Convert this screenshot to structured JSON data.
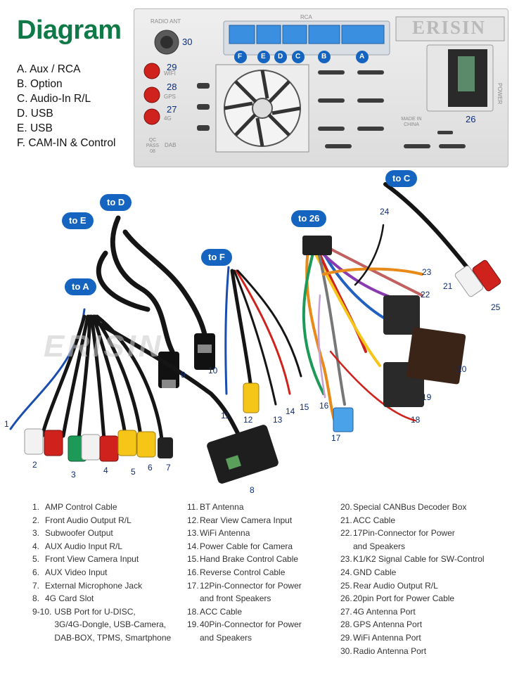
{
  "title": "Diagram",
  "legend": [
    "A. Aux / RCA",
    "B. Option",
    "C. Audio-In R/L",
    "D. USB",
    "E. USB",
    "F. CAM-IN & Control"
  ],
  "panel": {
    "brand": "ERISIN",
    "radio_ant_label": "RADIO ANT",
    "rca_label": "RCA",
    "power_label": "POWER",
    "made_in": "MADE IN CHINA",
    "gps_pass": "QC PASS 08",
    "dab_label": "DAB",
    "ports": [
      "F",
      "E",
      "D",
      "C",
      "B",
      "A"
    ],
    "antenna_numbers": [
      "30",
      "29",
      "28",
      "27"
    ],
    "antenna_small_labels": [
      "WIFI",
      "GPS",
      "4G"
    ],
    "power_port_number": "26"
  },
  "bubbles": {
    "to_d": "to D",
    "to_e": "to E",
    "to_a": "to A",
    "to_f": "to F",
    "to_26": "to 26",
    "to_c": "to C"
  },
  "cable_numbers": [
    "1",
    "2",
    "3",
    "4",
    "5",
    "6",
    "7",
    "8",
    "9",
    "10",
    "11",
    "12",
    "13",
    "14",
    "15",
    "16",
    "17",
    "18",
    "19",
    "20",
    "21",
    "22",
    "23",
    "24",
    "25"
  ],
  "watermark": "ERISIN",
  "captions": {
    "col1": [
      {
        "no": "1.",
        "text": "AMP Control Cable"
      },
      {
        "no": "2.",
        "text": "Front Audio Output R/L"
      },
      {
        "no": "3.",
        "text": "Subwoofer Output"
      },
      {
        "no": "4.",
        "text": "AUX Audio Input R/L"
      },
      {
        "no": "5.",
        "text": "Front View Camera Input"
      },
      {
        "no": "6.",
        "text": "AUX Video Input"
      },
      {
        "no": "7.",
        "text": "External Microphone Jack"
      },
      {
        "no": "8.",
        "text": "4G Card Slot"
      },
      {
        "no": "9-10.",
        "text": "USB Port for U-DISC,\n3G/4G-Dongle, USB-Camera,\nDAB-BOX, TPMS, Smartphone"
      }
    ],
    "col2": [
      {
        "no": "11.",
        "text": "BT Antenna"
      },
      {
        "no": "12.",
        "text": "Rear View Camera Input"
      },
      {
        "no": "13.",
        "text": "WiFi Antenna"
      },
      {
        "no": "14.",
        "text": "Power Cable for Camera"
      },
      {
        "no": "15.",
        "text": "Hand Brake Control Cable"
      },
      {
        "no": "16.",
        "text": "Reverse Control Cable"
      },
      {
        "no": "17.",
        "text": "12Pin-Connector for Power\nand front Speakers"
      },
      {
        "no": "18.",
        "text": "ACC Cable"
      },
      {
        "no": "19.",
        "text": "40Pin-Connector for Power\nand Speakers"
      }
    ],
    "col3": [
      {
        "no": "20.",
        "text": "Special CANBus Decoder Box"
      },
      {
        "no": "21.",
        "text": "ACC Cable"
      },
      {
        "no": "22.",
        "text": "17Pin-Connector for Power\nand Speakers"
      },
      {
        "no": "23.",
        "text": "K1/K2 Signal Cable for SW-Control"
      },
      {
        "no": "24.",
        "text": "GND Cable"
      },
      {
        "no": "25.",
        "text": "Rear Audio Output R/L"
      },
      {
        "no": "26.",
        "text": "20pin Port for Power Cable"
      },
      {
        "no": "27.",
        "text": "4G Antenna Port"
      },
      {
        "no": "28.",
        "text": "GPS Antenna Port"
      },
      {
        "no": "29.",
        "text": "WiFi Antenna Port"
      },
      {
        "no": "30.",
        "text": "Radio Antenna Port"
      }
    ]
  },
  "colors": {
    "title_green": "#0f7a48",
    "bubble_blue": "#1565c0",
    "port_blue": "#3a8fe0",
    "rca_red": "#d0221c",
    "rca_white": "#f2f2f2",
    "rca_green": "#1d9a57",
    "rca_yellow": "#f5c518",
    "number_blue": "#0b2d7a"
  }
}
